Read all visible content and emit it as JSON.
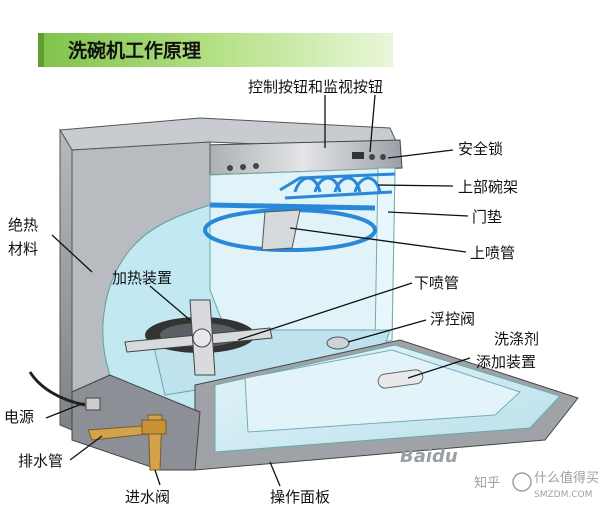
{
  "title": "洗碗机工作原理",
  "labels": {
    "control_buttons": "控制按钮和监视按钮",
    "safety_lock": "安全锁",
    "upper_rack": "上部碗架",
    "door_seal": "门垫",
    "insulation_line1": "绝热",
    "insulation_line2": "材料",
    "upper_spray_arm": "上喷管",
    "heating_device": "加热装置",
    "lower_spray_arm": "下喷管",
    "float_valve": "浮控阀",
    "detergent_line1": "洗涤剂",
    "detergent_line2": "添加装置",
    "power": "电源",
    "drain_pipe": "排水管",
    "inlet_valve": "进水阀",
    "control_panel": "操作面板"
  },
  "watermark": {
    "baidu": "Baidu",
    "zhihu": "知乎",
    "smzdm_line1": "什么值得买",
    "smzdm_line2": "SMZDM.COM"
  },
  "colors": {
    "title_banner": "#9fd76a",
    "title_banner_edge": "#6aa83c",
    "interior": "#cdeef6",
    "metal_dark": "#8e9298",
    "metal_light": "#d8dadd",
    "spray_blue": "#2a88d8"
  }
}
